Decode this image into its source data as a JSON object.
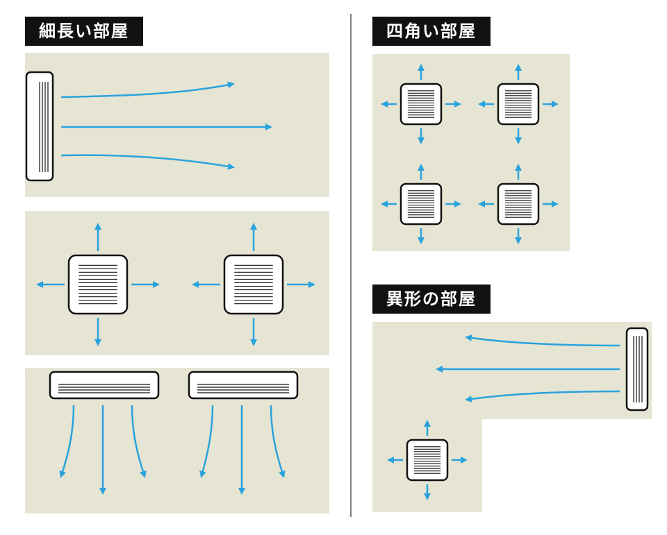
{
  "colors": {
    "room_fill": "#e6e4d3",
    "arrow": "#29a3dc",
    "unit_outline": "#111111",
    "unit_fill": "#ffffff",
    "label_bg": "#111111",
    "label_text": "#ffffff",
    "divider": "#555555"
  },
  "sections": {
    "narrow_room": {
      "title": "細長い部屋"
    },
    "square_room": {
      "title": "四角い部屋"
    },
    "irregular_room": {
      "title": "異形の部屋"
    }
  },
  "icons": [
    "wall-mounted-ac-icon",
    "ceiling-cassette-ac-icon",
    "airflow-arrow-icon"
  ]
}
